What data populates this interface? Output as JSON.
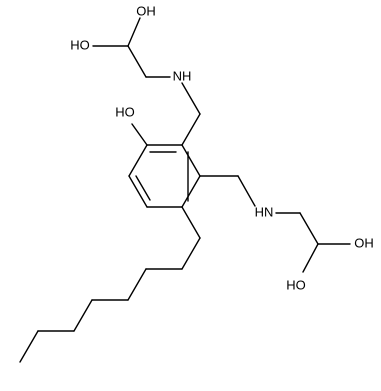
{
  "molecule": {
    "atoms": {
      "oh_top_1": "OH",
      "oh_top_2": "HO",
      "nh_top": "NH",
      "oh_ring": "HO",
      "nh_bottom": "HN",
      "oh_bottom_1": "OH",
      "oh_bottom_2": "HO"
    }
  },
  "colors": {
    "bond": "#000000",
    "text": "#000000",
    "background": "#ffffff"
  }
}
